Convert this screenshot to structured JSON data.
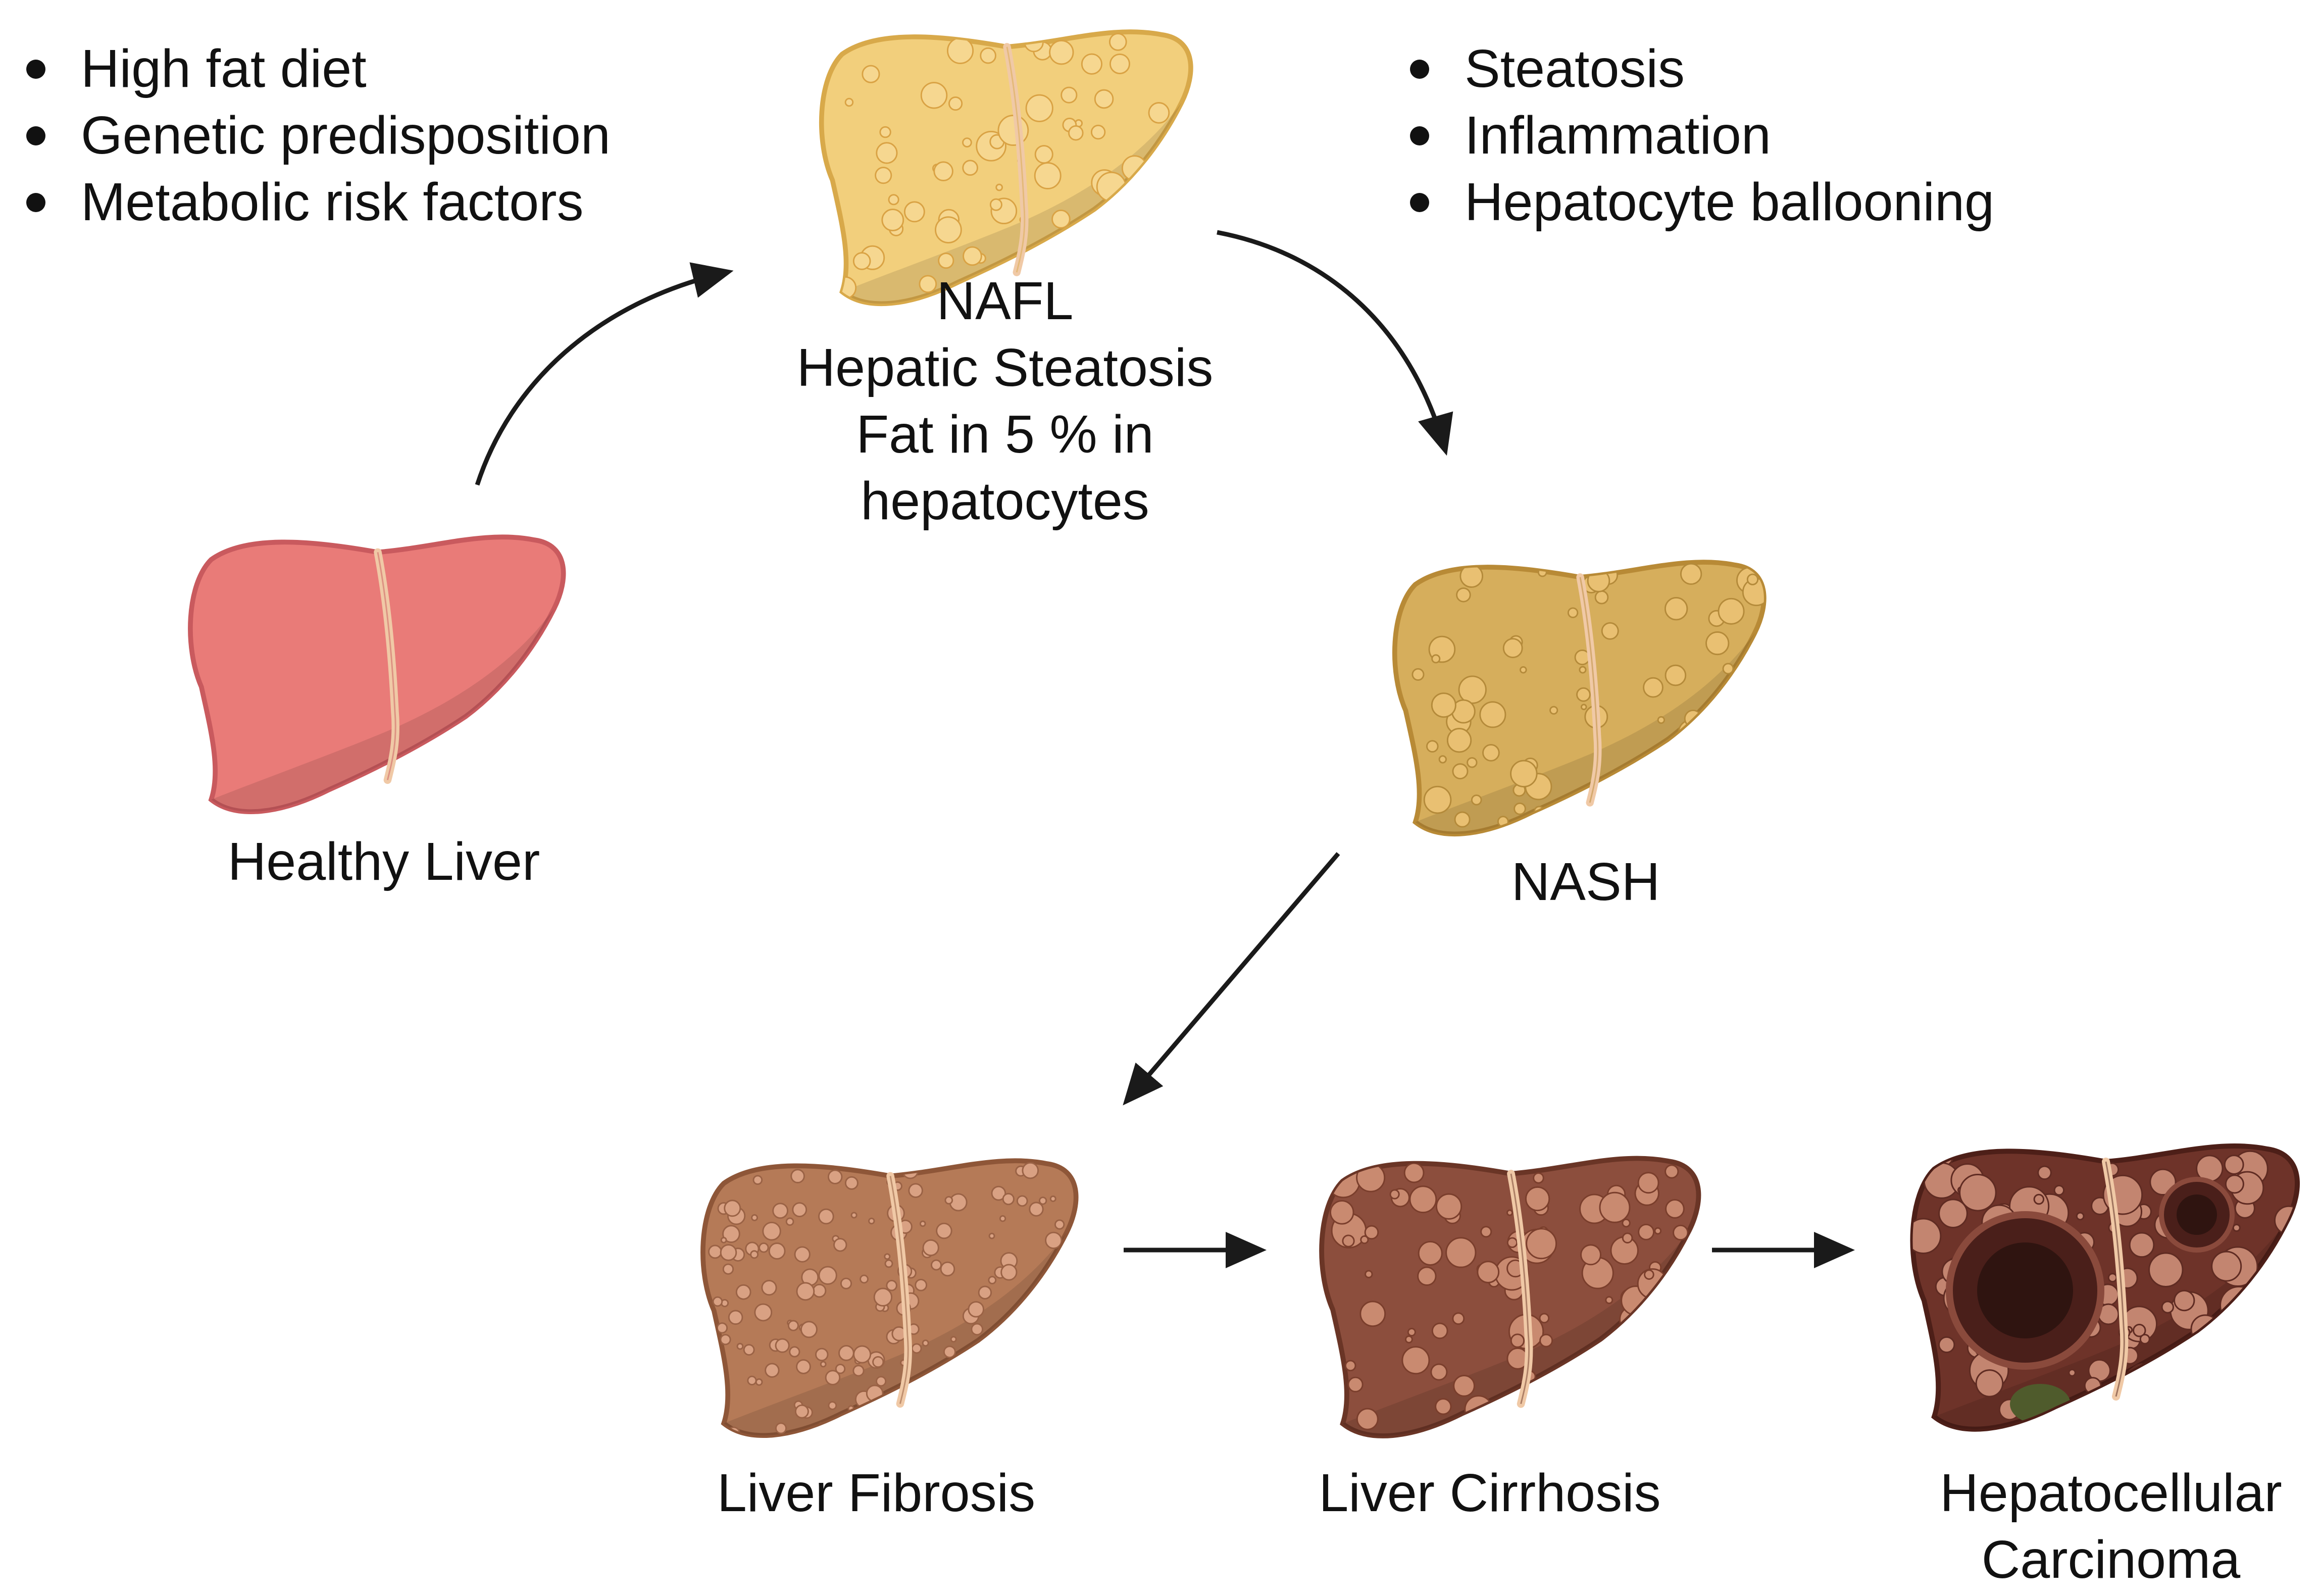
{
  "risk_factors": [
    "High fat diet",
    "Genetic predisposition",
    "Metabolic risk factors"
  ],
  "nash_features": [
    "Steatosis",
    "Inflammation",
    "Hepatocyte ballooning"
  ],
  "stages": {
    "healthy": [
      "Healthy Liver"
    ],
    "nafl": [
      "NAFL",
      "Hepatic Steatosis",
      "Fat in 5 % in",
      "hepatocytes"
    ],
    "nash": [
      "NASH"
    ],
    "fibrosis": [
      "Liver Fibrosis"
    ],
    "cirrhosis": [
      "Liver Cirrhosis"
    ],
    "hcc": [
      "Hepatocellular",
      "Carcinoma"
    ]
  },
  "colors": {
    "healthy_fill": "#e97b78",
    "healthy_stroke": "#c95a5e",
    "nafl_fill": "#f2cf7c",
    "nafl_stroke": "#d8a94a",
    "nash_fill": "#d6ae5c",
    "nash_stroke": "#b88a36",
    "fibrosis_fill": "#b57a57",
    "fibrosis_stroke": "#8e5638",
    "cirrhosis_fill": "#8c4e3d",
    "cirrhosis_stroke": "#6a3526",
    "hcc_fill": "#6e3329",
    "hcc_stroke": "#4d1f18",
    "ligament": "#f0c9a6",
    "arrow": "#1a1a1a"
  },
  "icons": [
    "liver-icon"
  ]
}
